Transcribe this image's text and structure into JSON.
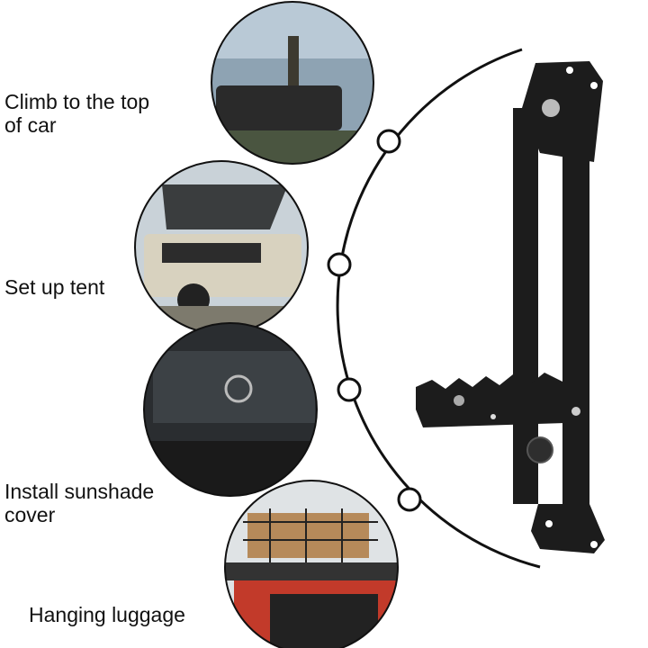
{
  "uses": [
    {
      "line1": "Climb to the top",
      "line2": "of car",
      "photo": "fishing-on-car-roof"
    },
    {
      "line1": "Set up tent",
      "line2": "",
      "photo": "roof-tent-on-jeep"
    },
    {
      "line1": "Install sunshade",
      "line2": "cover",
      "photo": "sunshade-mesh-on-roof"
    },
    {
      "line1": "Hanging luggage",
      "line2": "",
      "photo": "cargo-net-luggage"
    }
  ],
  "colors": {
    "product": "#1c1c1c",
    "accent": "#111111",
    "background": "#ffffff"
  }
}
